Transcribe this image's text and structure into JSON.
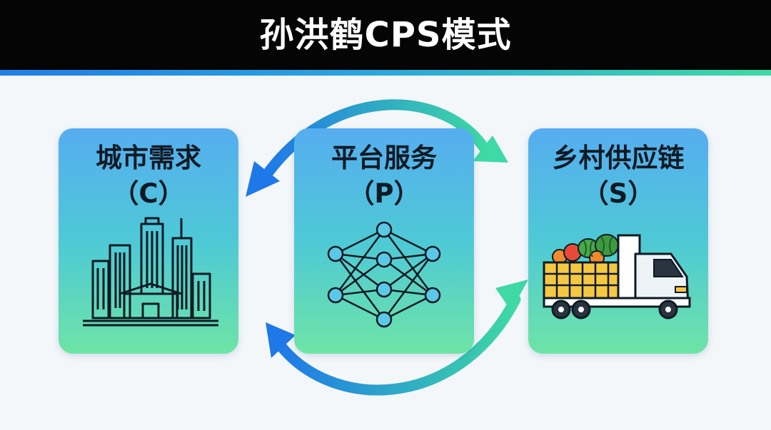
{
  "title": "孙洪鹤CPS模式",
  "cards": [
    {
      "title": "城市需求",
      "code": "（C）",
      "icon": "city-buildings-icon"
    },
    {
      "title": "平台服务",
      "code": "（P）",
      "icon": "neural-network-icon"
    },
    {
      "title": "乡村供应链",
      "code": "（S）",
      "icon": "produce-truck-icon"
    }
  ],
  "colors": {
    "header_bg": "#050505",
    "stripe_start": "#1f7fe6",
    "stripe_end": "#3ed9a4",
    "card_top": "#56adf0",
    "card_bottom": "#6ee4a6",
    "arrow_blue": "#1f78e8",
    "arrow_green": "#3ed9a4",
    "truck_cargo": "#f5c842"
  }
}
